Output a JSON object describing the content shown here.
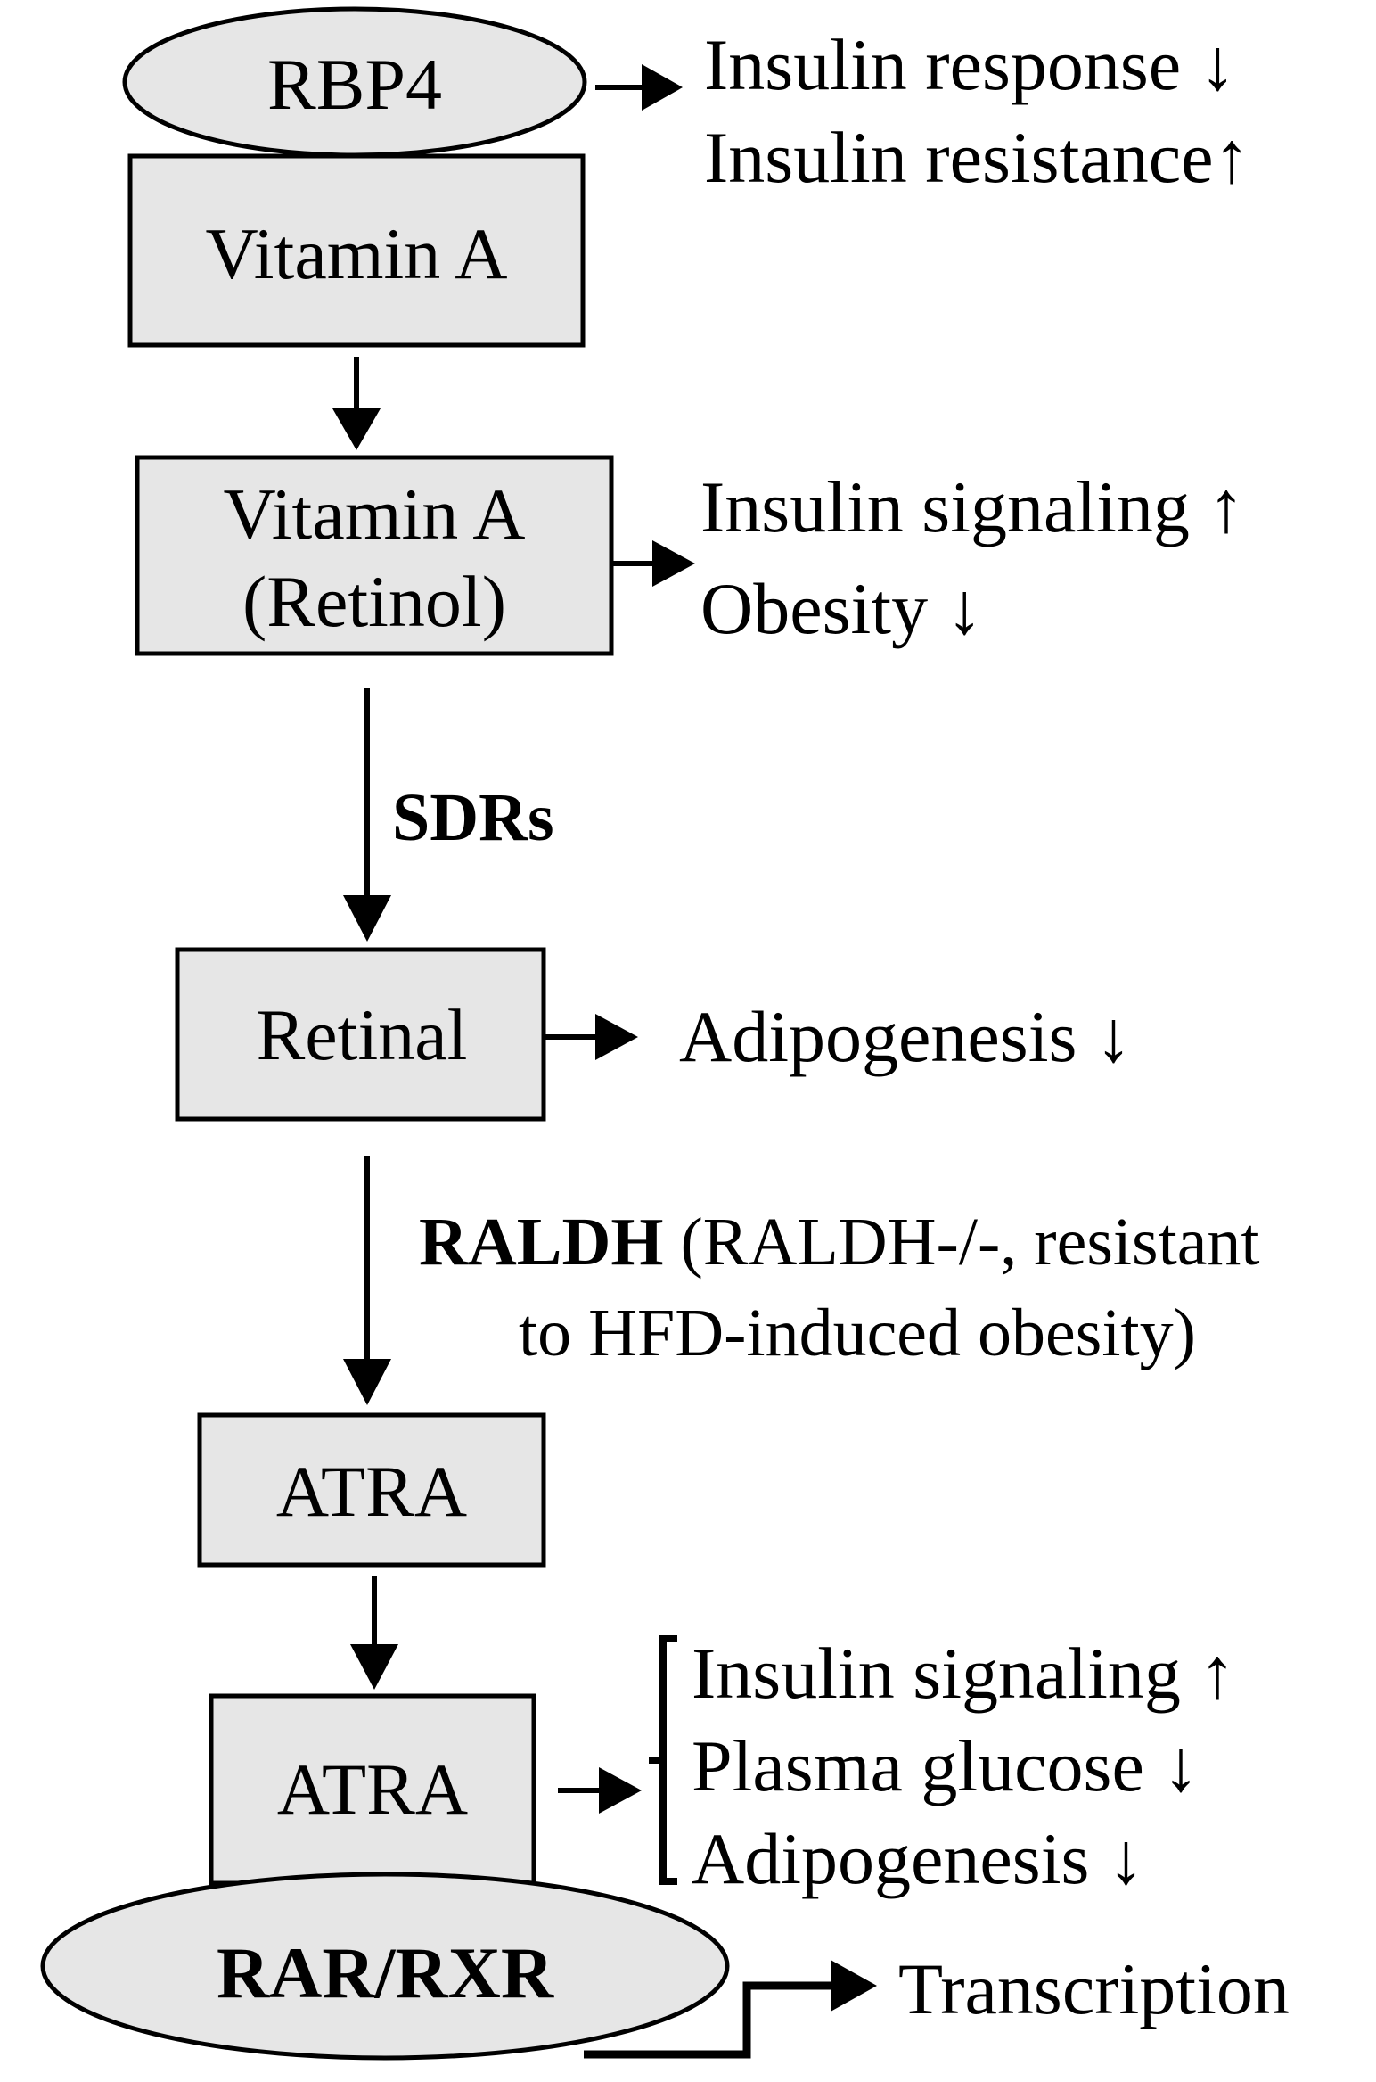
{
  "nodes": {
    "rbp4": "RBP4",
    "vitamin_a": "Vitamin A",
    "retinol_line1": "Vitamin A",
    "retinol_line2": "(Retinol)",
    "retinal": "Retinal",
    "atra_1": "ATRA",
    "atra_2": "ATRA",
    "rar_rxr": "RAR/RXR"
  },
  "effects": {
    "rbp4": [
      "Insulin response ↓",
      "Insulin resistance↑"
    ],
    "retinol": [
      "Insulin signaling ↑",
      "Obesity ↓"
    ],
    "retinal": [
      "Adipogenesis ↓"
    ],
    "atra": [
      "Insulin signaling ↑",
      "Plasma glucose ↓",
      "Adipogenesis ↓"
    ],
    "rar_rxr": [
      "Transcription"
    ]
  },
  "enzymes": {
    "sdrs": "SDRs",
    "raldh_bold": "RALDH",
    "raldh_note_line1": " (RALDH-/-,  resistant",
    "raldh_note_line2": "to HFD-induced obesity)"
  },
  "colors": {
    "box_fill": "#e6e6e6",
    "stroke": "#000000"
  }
}
